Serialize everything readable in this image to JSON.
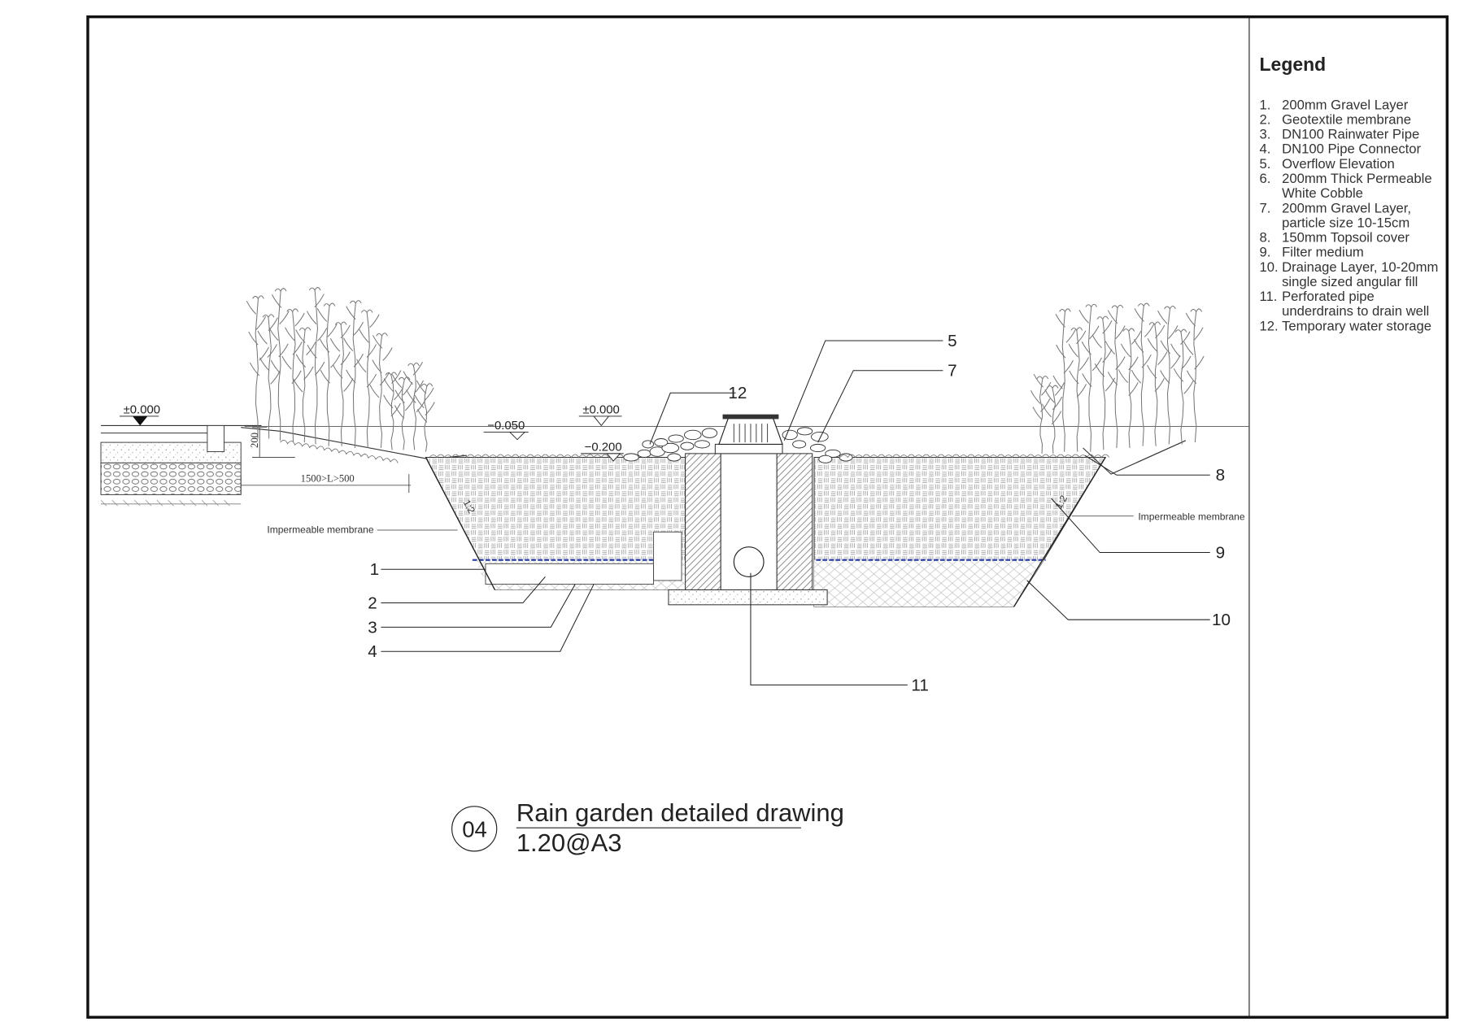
{
  "legend": {
    "title": "Legend",
    "items": [
      {
        "num": "1.",
        "lines": [
          "200mm Gravel Layer"
        ]
      },
      {
        "num": "2.",
        "lines": [
          "Geotextile membrane"
        ]
      },
      {
        "num": "3.",
        "lines": [
          "DN100 Rainwater Pipe"
        ]
      },
      {
        "num": "4.",
        "lines": [
          "DN100 Pipe Connector"
        ]
      },
      {
        "num": "5.",
        "lines": [
          "Overflow Elevation"
        ]
      },
      {
        "num": "6.",
        "lines": [
          "200mm Thick Permeable",
          "White Cobble"
        ]
      },
      {
        "num": "7.",
        "lines": [
          "200mm Gravel Layer,",
          "particle size 10-15cm"
        ]
      },
      {
        "num": "8.",
        "lines": [
          "150mm Topsoil cover"
        ]
      },
      {
        "num": "9.",
        "lines": [
          "Filter medium"
        ]
      },
      {
        "num": "10.",
        "lines": [
          "Drainage Layer, 10-20mm",
          "single sized angular fill"
        ]
      },
      {
        "num": "11.",
        "lines": [
          "Perforated pipe",
          "underdrains to drain well"
        ]
      },
      {
        "num": "12.",
        "lines": [
          "Temporary water storage"
        ]
      }
    ]
  },
  "elevations": {
    "left_ground": "±0.000",
    "center_ground": "±0.000",
    "ponding": "−0.050",
    "basin": "−0.200"
  },
  "dimensions": {
    "height": "200",
    "width_range": "1500>L>500"
  },
  "notes": {
    "membrane_left": "Impermeable membrane",
    "membrane_right": "Impermeable membrane",
    "slope_left": "1:2",
    "slope_right": "1:2"
  },
  "callouts": [
    "1",
    "2",
    "3",
    "4",
    "5",
    "7",
    "8",
    "9",
    "10",
    "11",
    "12"
  ],
  "title_block": {
    "number": "04",
    "title": "Rain garden detailed drawing",
    "scale": "1.20@A3"
  }
}
